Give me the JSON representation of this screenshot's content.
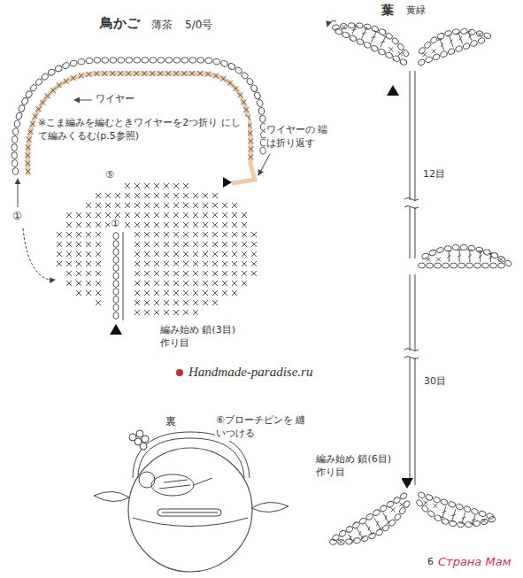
{
  "diagram": {
    "labels": [
      "鳥かご",
      "薄茶",
      "5/0号",
      "ワイヤー",
      "※こま編みを編むときワイヤーを2つ折り にして編みくるむ(p.5参照)",
      "ワイヤーの 端は折り返す",
      "⑤",
      "①",
      "①",
      "編み始め 鎖(3目)作り目",
      "Handmade-paradise.ru",
      "裏",
      "⑥ブローチピンを 縫いつける",
      "葉",
      "黄緑",
      "12目",
      "30目",
      "編み始め 鎖(6目)作り目",
      "6",
      "Страна Мам"
    ]
  }
}
